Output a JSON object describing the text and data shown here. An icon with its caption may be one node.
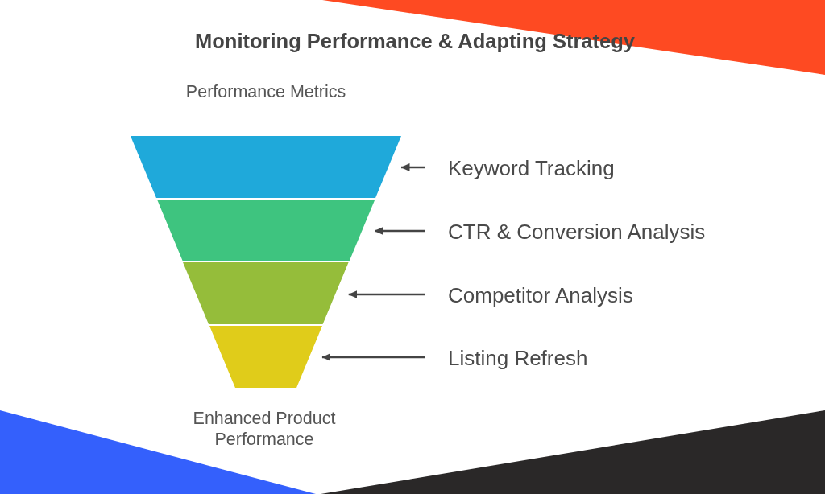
{
  "diagram": {
    "title": "Monitoring Performance & Adapting Strategy",
    "nodes": [
      {
        "text": [],
        "shape": "trapezoid"
      },
      {
        "text": [],
        "shape": "trapezoid"
      },
      {
        "text": [],
        "shape": "trapezoid"
      },
      {
        "text": [],
        "shape": "trapezoid"
      },
      {
        "text": [
          "Keyword Tracking"
        ]
      },
      {
        "text": [
          "CTR & Conversion Analysis"
        ]
      },
      {
        "text": [
          "Competitor Analysis"
        ]
      },
      {
        "text": [
          "Listing Refresh"
        ]
      }
    ],
    "edges": [
      {
        "from": 4,
        "to": 0,
        "arrow": "to"
      },
      {
        "from": 5,
        "to": 1,
        "arrow": "to"
      },
      {
        "from": 6,
        "to": 2,
        "arrow": "to"
      },
      {
        "from": 7,
        "to": 3,
        "arrow": "to"
      }
    ],
    "labels": [
      "Performance Metrics",
      "Enhanced Product Performance"
    ]
  }
}
